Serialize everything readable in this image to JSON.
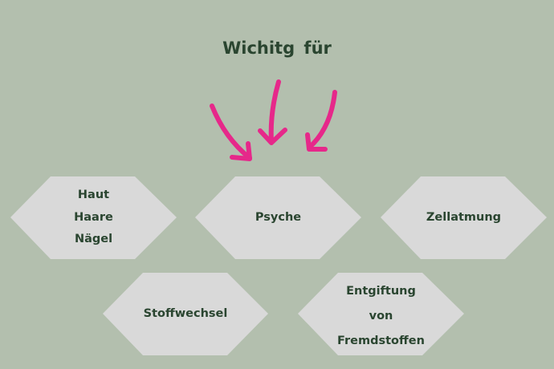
{
  "title": "Wichitg für",
  "colors": {
    "background": "#b3bfae",
    "hexagon": "#d9d9d9",
    "text": "#2a4530",
    "arrow": "#e6288a"
  },
  "items": [
    {
      "lines": [
        "Haut",
        "Haare",
        "Nägel"
      ]
    },
    {
      "lines": [
        "Psyche"
      ]
    },
    {
      "lines": [
        "Zellatmung"
      ]
    },
    {
      "lines": [
        "Stoffwechsel"
      ]
    },
    {
      "lines": [
        "Entgiftung",
        "von",
        "Fremdstoffen"
      ]
    }
  ]
}
